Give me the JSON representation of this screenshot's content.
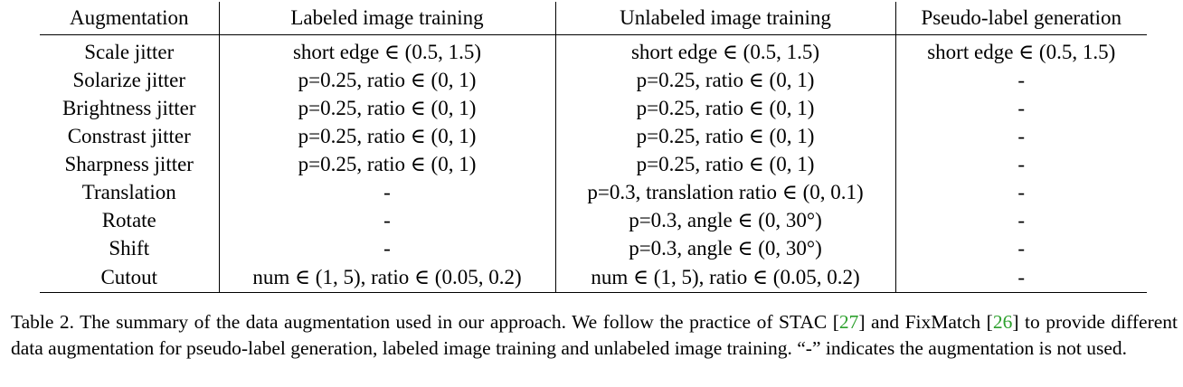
{
  "table": {
    "headers": [
      "Augmentation",
      "Labeled image training",
      "Unlabeled image training",
      "Pseudo-label generation"
    ],
    "rows": [
      [
        "Scale jitter",
        "short edge ∈ (0.5, 1.5)",
        "short edge ∈ (0.5, 1.5)",
        "short edge ∈ (0.5, 1.5)"
      ],
      [
        "Solarize jitter",
        "p=0.25, ratio ∈ (0, 1)",
        "p=0.25, ratio ∈ (0, 1)",
        "-"
      ],
      [
        "Brightness jitter",
        "p=0.25, ratio ∈ (0, 1)",
        "p=0.25, ratio ∈ (0, 1)",
        "-"
      ],
      [
        "Constrast jitter",
        "p=0.25, ratio ∈ (0, 1)",
        "p=0.25, ratio ∈ (0, 1)",
        "-"
      ],
      [
        "Sharpness jitter",
        "p=0.25, ratio ∈ (0, 1)",
        "p=0.25, ratio ∈ (0, 1)",
        "-"
      ],
      [
        "Translation",
        "-",
        "p=0.3, translation ratio ∈ (0, 0.1)",
        "-"
      ],
      [
        "Rotate",
        "-",
        "p=0.3, angle ∈ (0, 30°)",
        "-"
      ],
      [
        "Shift",
        "-",
        "p=0.3, angle ∈ (0, 30°)",
        "-"
      ],
      [
        "Cutout",
        "num ∈ (1, 5), ratio ∈ (0.05, 0.2)",
        "num ∈ (1, 5), ratio ∈ (0.05, 0.2)",
        "-"
      ]
    ]
  },
  "caption": {
    "label": "Table 2.",
    "text_1": "The summary of the data augmentation used in our approach.  We follow the practice of STAC [",
    "cite_1": "27",
    "text_2": "] and FixMatch [",
    "cite_2": "26",
    "text_3": "] to provide different data augmentation for pseudo-label generation, labeled image training and unlabeled image training. “-” indicates the augmentation is not used.",
    "cite_color": "#2ca02c"
  }
}
